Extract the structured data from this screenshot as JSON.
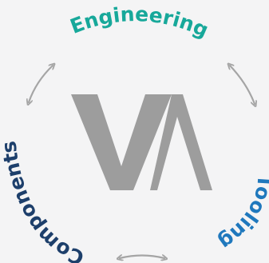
{
  "labels": {
    "top": "Engineering",
    "right": "Tooling",
    "left": "Components"
  },
  "logo_text": "VA",
  "colors": {
    "background": "#f4f4f5",
    "engineering": "#17a89a",
    "tooling": "#1f78bd",
    "components": "#1d3f6b",
    "logo": "#9d9d9d",
    "arrows": "#a5a5a5"
  },
  "icons": [
    "cycle-arrow-icon"
  ]
}
